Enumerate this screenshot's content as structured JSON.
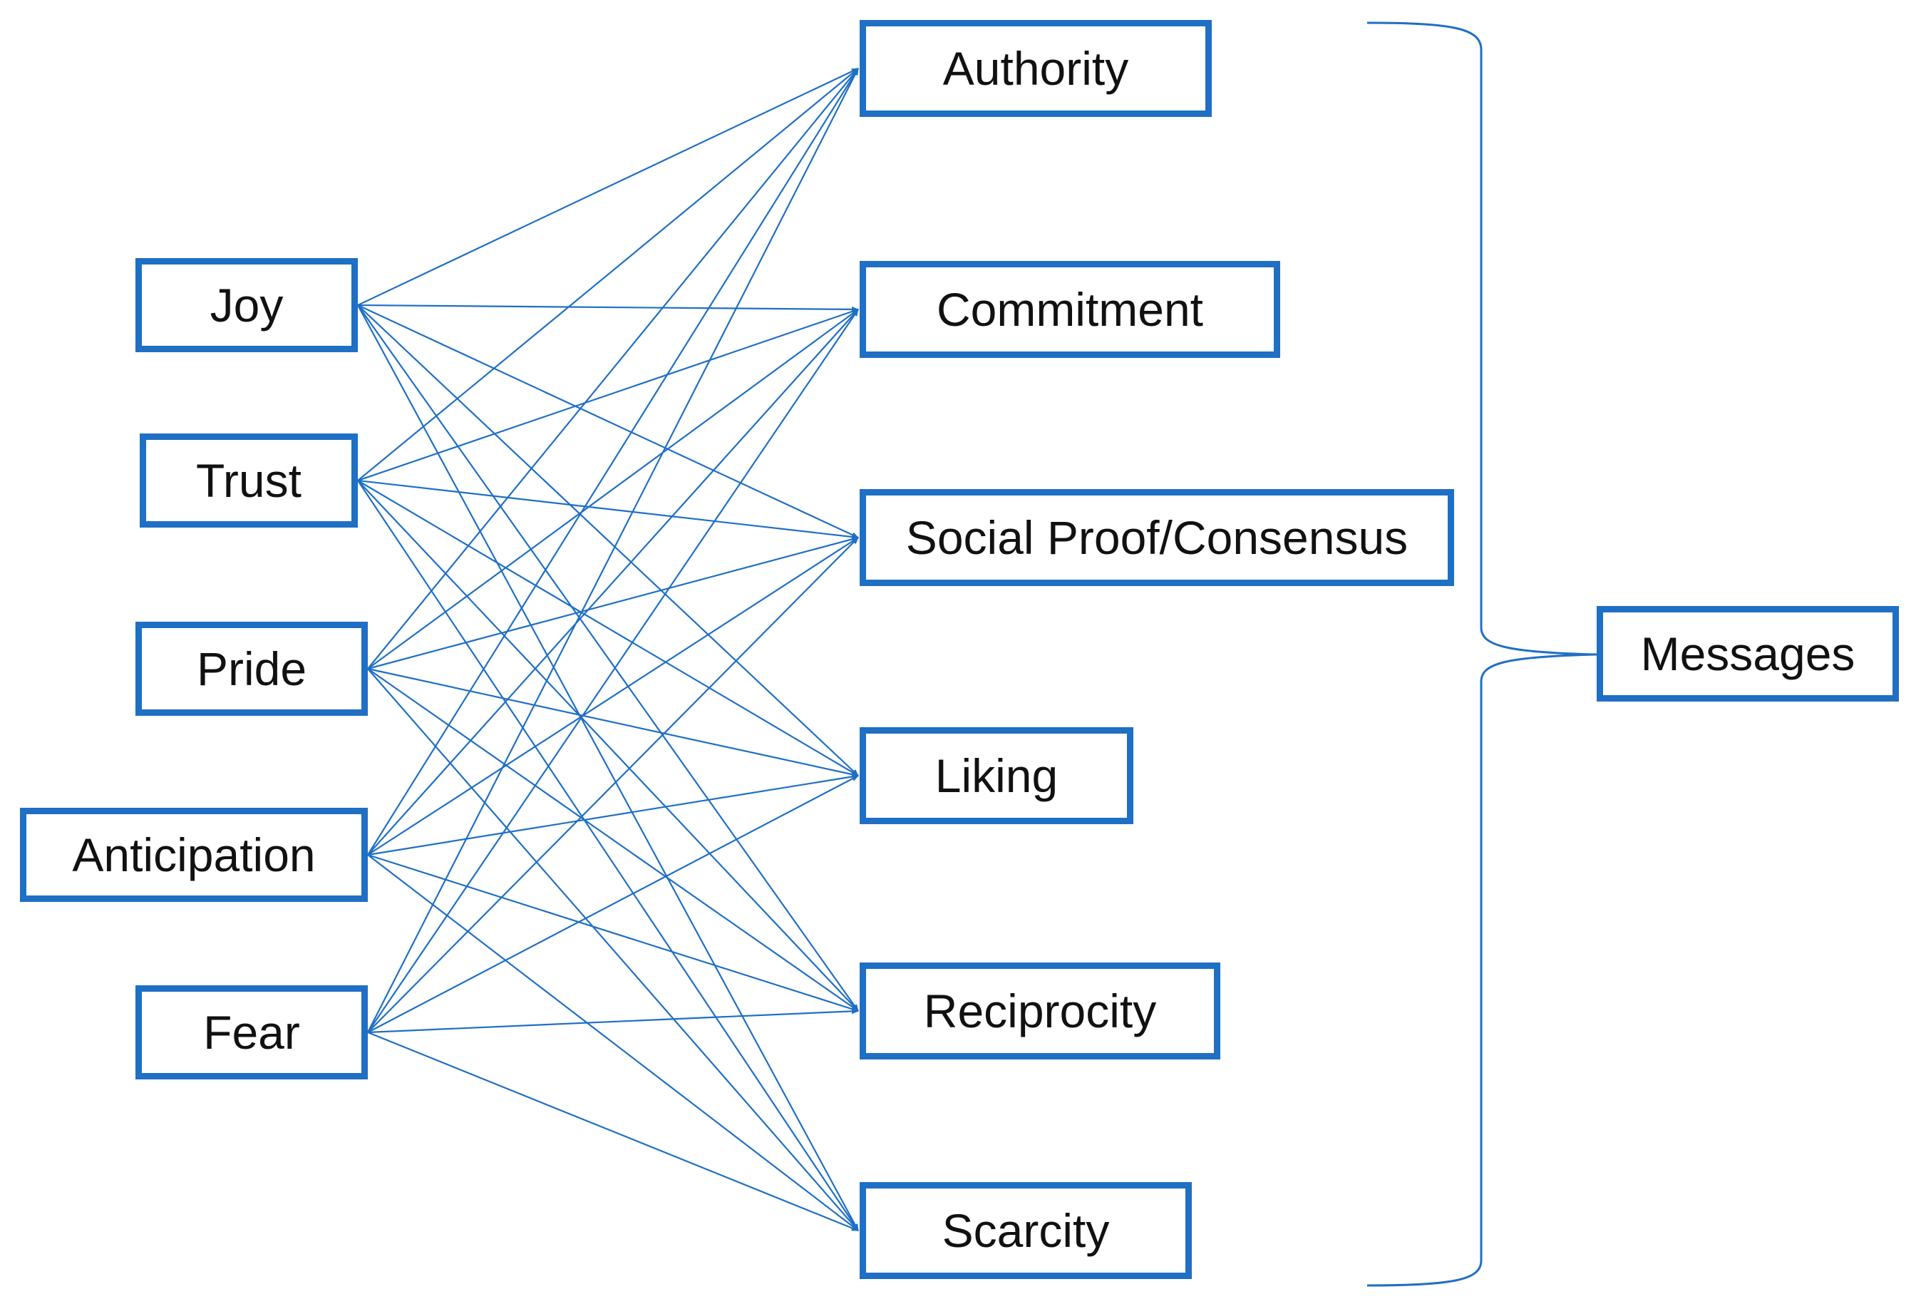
{
  "colors": {
    "line": "#1F6FC5",
    "box_border": "#1F6FC5",
    "text": "#111111",
    "background": "#ffffff"
  },
  "emotions": [
    {
      "id": "joy",
      "label": "Joy"
    },
    {
      "id": "trust",
      "label": "Trust"
    },
    {
      "id": "pride",
      "label": "Pride"
    },
    {
      "id": "anticipation",
      "label": "Anticipation"
    },
    {
      "id": "fear",
      "label": "Fear"
    }
  ],
  "principles": [
    {
      "id": "authority",
      "label": "Authority"
    },
    {
      "id": "commitment",
      "label": "Commitment"
    },
    {
      "id": "social-proof",
      "label": "Social Proof/Consensus"
    },
    {
      "id": "liking",
      "label": "Liking"
    },
    {
      "id": "reciprocity",
      "label": "Reciprocity"
    },
    {
      "id": "scarcity",
      "label": "Scarcity"
    }
  ],
  "group": {
    "label": "Messages"
  },
  "edges": "all emotions connect to all principles"
}
